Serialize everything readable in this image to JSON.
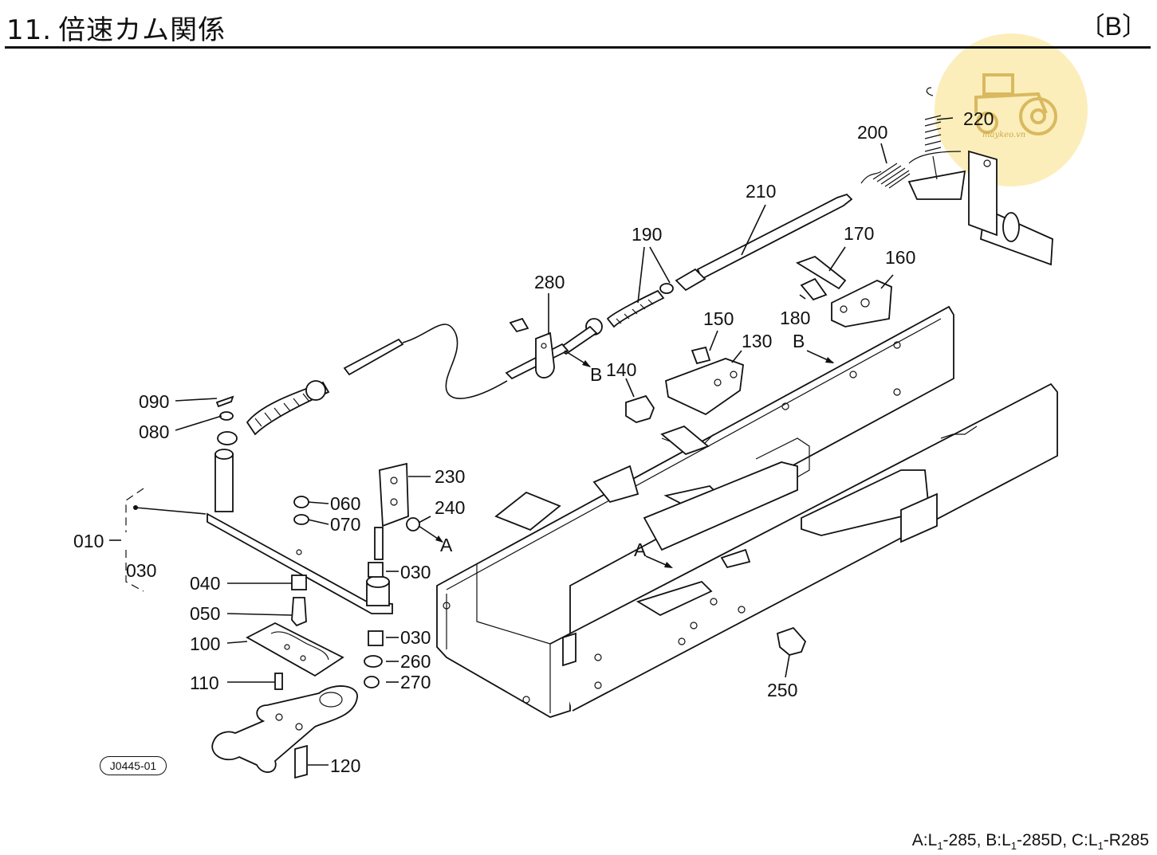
{
  "header": {
    "section_number": "11.",
    "title": "倍速カム関係",
    "section_code": "〔B〕"
  },
  "watermark": {
    "text": "maykeo.vn"
  },
  "drawing_id": "J0445-01",
  "footer": {
    "prefix_a": "A:L",
    "prefix_a_sub": "1",
    "model_a": "-285,",
    "prefix_b": " B:L",
    "prefix_b_sub": "1",
    "model_b": "-285D,",
    "prefix_c": " C:L",
    "prefix_c_sub": "1",
    "model_c": "-R285"
  },
  "callouts": {
    "p010": "010",
    "p030_bracket": "030",
    "p030_a": "030",
    "p030_b": "030",
    "p040": "040",
    "p050": "050",
    "p060": "060",
    "p070": "070",
    "p080": "080",
    "p090": "090",
    "p100": "100",
    "p110": "110",
    "p120": "120",
    "p130": "130",
    "p140": "140",
    "p150": "150",
    "p160": "160",
    "p170": "170",
    "p180": "180",
    "p190": "190",
    "p200": "200",
    "p210": "210",
    "p220": "220",
    "p230": "230",
    "p240": "240",
    "p250": "250",
    "p260": "260",
    "p270": "270",
    "p280": "280",
    "ref_a1": "A",
    "ref_a2": "A",
    "ref_b1": "B",
    "ref_b2": "B"
  }
}
